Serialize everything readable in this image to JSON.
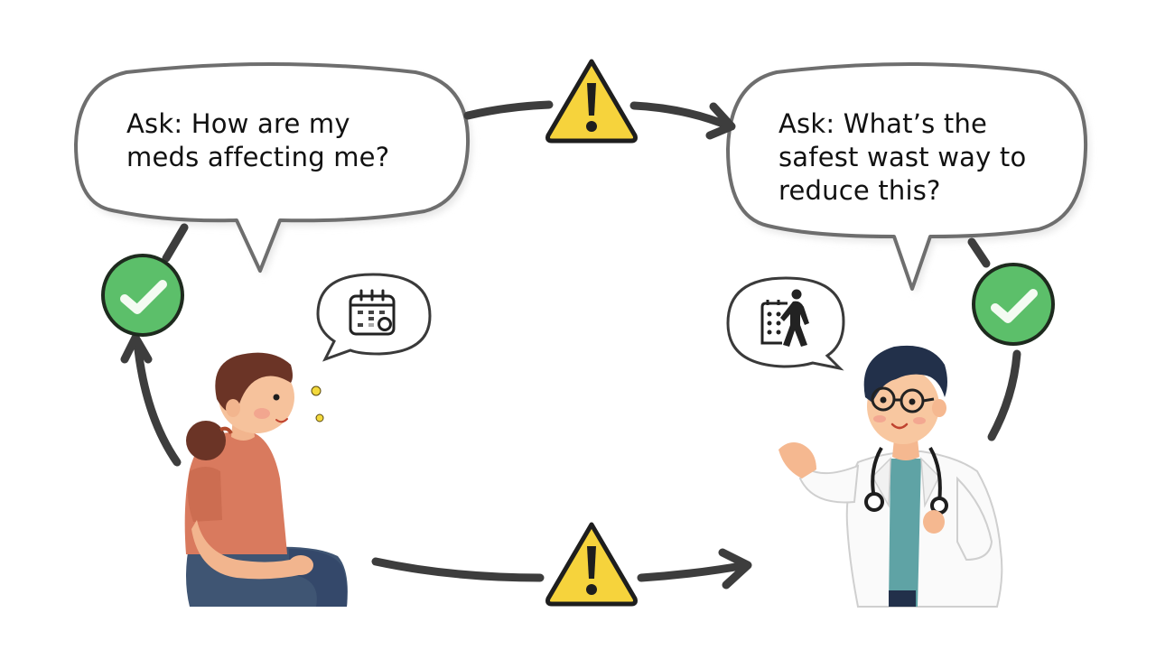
{
  "diagram": {
    "bubbles": {
      "left": {
        "text": "Ask: How are my\nmeds affecting me?",
        "speaker": "patient"
      },
      "right": {
        "text": "Ask: What’s the\nsafest wast way to\nreduce this?",
        "speaker": "doctor"
      }
    },
    "icons": {
      "warning_top": "warning-triangle-icon",
      "warning_bottom": "warning-triangle-icon",
      "check_left": "checkmark-circle-icon",
      "check_right": "checkmark-circle-icon",
      "thought_left": "calendar-clock-icon",
      "thought_right": "calendar-walking-person-icon"
    },
    "characters": {
      "left": "patient-woman-sitting",
      "right": "doctor-with-stethoscope"
    },
    "colors": {
      "warning_fill": "#F6D33C",
      "check_fill": "#5CBF6A",
      "arrow": "#3D3D3D",
      "bubble_stroke": "#6E6E6E",
      "shirt": "#D97A5E",
      "jeans": "#3F5573",
      "hair_patient": "#6B3426",
      "hair_doctor": "#22304A",
      "doctor_shirt": "#5FA3A5"
    }
  }
}
